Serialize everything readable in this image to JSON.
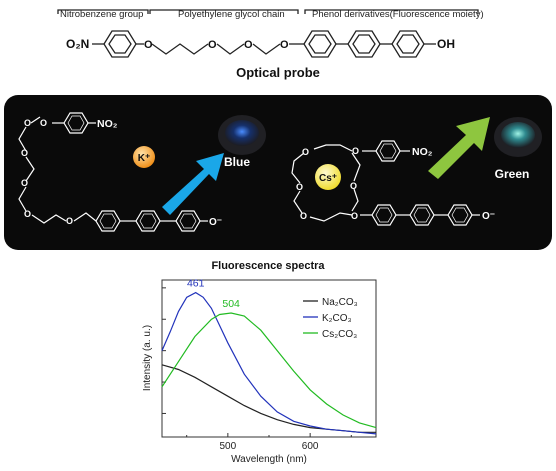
{
  "probe": {
    "groups": [
      "Nitrobenzene group",
      "Polyethylene glycol chain",
      "Phenol derivatives(Fluorescence moiety)"
    ],
    "left_group": "O₂N",
    "right_group": "OH",
    "oxygen": "O",
    "caption": "Optical probe"
  },
  "panel": {
    "nitro": "NO₂",
    "oxide": "O⁻",
    "oxygen": "O",
    "k_ion": "K⁺",
    "cs_ion": "Cs⁺",
    "blue_label": "Blue",
    "green_label": "Green"
  },
  "colors": {
    "blue_arrow": "#1aa7e8",
    "green_arrow": "#8ec63f",
    "k_ion": "#f5a623",
    "cs_ion": "#f6e84a"
  },
  "chart_data": {
    "type": "line",
    "title": "Fluorescence spectra",
    "xlabel": "Wavelength (nm)",
    "ylabel": "Intensity  (a. u.)",
    "xlim": [
      420,
      680
    ],
    "ylim": [
      0,
      1
    ],
    "xticks": [
      500,
      600
    ],
    "y_ticks_unlabeled": true,
    "legend_position": "top-right",
    "series": [
      {
        "name": "Na₂CO₃",
        "color": "#222222",
        "x": [
          420,
          440,
          460,
          480,
          500,
          520,
          540,
          560,
          580,
          600,
          620,
          640,
          660,
          680
        ],
        "y": [
          0.46,
          0.43,
          0.38,
          0.32,
          0.26,
          0.2,
          0.15,
          0.11,
          0.08,
          0.06,
          0.05,
          0.04,
          0.03,
          0.03
        ]
      },
      {
        "name": "K₂CO₃",
        "color": "#2233bb",
        "x": [
          420,
          430,
          440,
          450,
          461,
          470,
          480,
          490,
          500,
          520,
          540,
          560,
          580,
          600,
          620,
          640,
          660,
          680
        ],
        "y": [
          0.55,
          0.67,
          0.8,
          0.89,
          0.92,
          0.89,
          0.82,
          0.71,
          0.6,
          0.4,
          0.26,
          0.16,
          0.1,
          0.07,
          0.05,
          0.04,
          0.03,
          0.02
        ]
      },
      {
        "name": "Cs₂CO₃",
        "color": "#22bb22",
        "x": [
          420,
          440,
          460,
          480,
          490,
          504,
          520,
          540,
          560,
          580,
          600,
          620,
          640,
          660,
          680
        ],
        "y": [
          0.32,
          0.48,
          0.64,
          0.75,
          0.78,
          0.79,
          0.77,
          0.68,
          0.55,
          0.42,
          0.3,
          0.21,
          0.14,
          0.09,
          0.06
        ]
      }
    ],
    "annotations": [
      {
        "text": "461",
        "x": 461,
        "series": "K₂CO₃"
      },
      {
        "text": "504",
        "x": 504,
        "series": "Cs₂CO₃"
      }
    ]
  }
}
